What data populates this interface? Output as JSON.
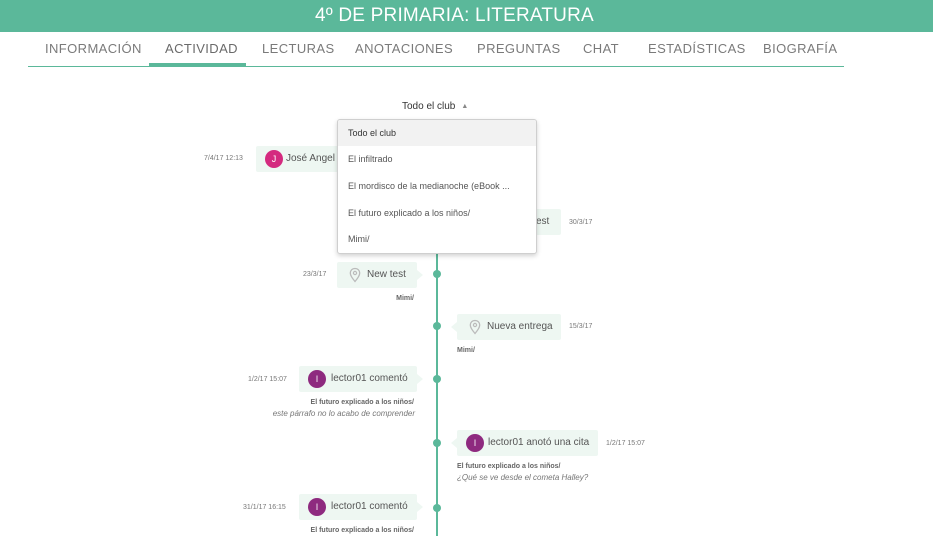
{
  "header": {
    "title": "4º DE PRIMARIA: LITERATURA"
  },
  "tabs": [
    {
      "label": "INFORMACIÓN"
    },
    {
      "label": "ACTIVIDAD"
    },
    {
      "label": "LECTURAS"
    },
    {
      "label": "ANOTACIONES"
    },
    {
      "label": "PREGUNTAS"
    },
    {
      "label": "CHAT"
    },
    {
      "label": "ESTADÍSTICAS"
    },
    {
      "label": "BIOGRAFÍA"
    }
  ],
  "active_tab": "ACTIVIDAD",
  "filter": {
    "selected": "Todo el club"
  },
  "dropdown": {
    "options": [
      {
        "label": "Todo el club"
      },
      {
        "label": "El infiltrado"
      },
      {
        "label": "El mordisco de la medianoche (eBook ..."
      },
      {
        "label": "El futuro explicado a los niños/"
      },
      {
        "label": "Mimi/"
      }
    ]
  },
  "events": [
    {
      "time": "7/4/17 12:13",
      "avatar": "J",
      "text": "José Angel S"
    },
    {
      "time": "30/3/17",
      "text": "est"
    },
    {
      "time": "23/3/17",
      "icon": "map-pin-icon",
      "text": "New test",
      "sub": "Mimi/"
    },
    {
      "time": "15/3/17",
      "icon": "map-pin-icon",
      "text": "Nueva entrega",
      "sub": "Mimi/"
    },
    {
      "time": "1/2/17 15:07",
      "avatar": "l",
      "text": "lector01 comentó",
      "sub": "El futuro explicado a los niños/",
      "quote": "este párrafo no lo acabo de comprender"
    },
    {
      "time": "1/2/17 15:07",
      "avatar": "l",
      "text": "lector01 anotó una cita",
      "sub": "El futuro explicado a los niños/",
      "quote": "¿Qué se ve desde el cometa Halley?"
    },
    {
      "time": "31/1/17 16:15",
      "avatar": "l",
      "text": "lector01 comentó",
      "sub": "El futuro explicado a los niños/"
    }
  ],
  "colors": {
    "brand": "#5bb89a",
    "bubble": "#eef7f2",
    "avatar_pink": "#d42a7f",
    "avatar_purple": "#8e2a7f"
  }
}
